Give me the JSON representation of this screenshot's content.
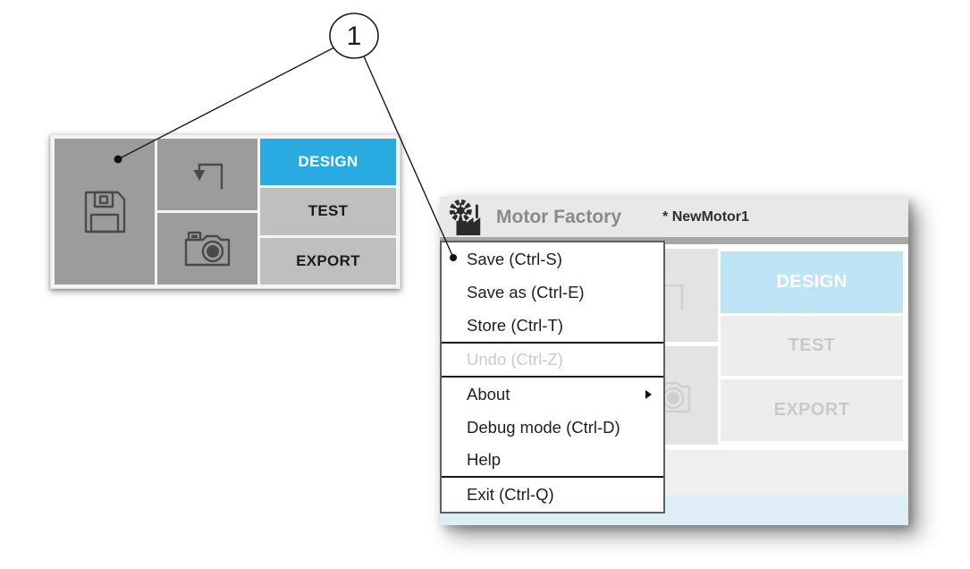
{
  "callout": {
    "number": "1"
  },
  "toolbar_panel": {
    "save_button_icon": "floppy-disk-icon",
    "import_button_icon": "down-arrow-icon",
    "screenshot_button_icon": "camera-icon",
    "tabs": [
      {
        "label": "DESIGN",
        "state": "active"
      },
      {
        "label": "TEST",
        "state": "normal"
      },
      {
        "label": "EXPORT",
        "state": "normal"
      }
    ]
  },
  "window": {
    "logo_icon": "factory-gear-icon",
    "app_name": "Motor Factory",
    "document_title": "* NewMotor1",
    "menu": {
      "items": [
        {
          "label": "Save (Ctrl-S)",
          "enabled": true
        },
        {
          "label": "Save as (Ctrl-E)",
          "enabled": true
        },
        {
          "label": "Store (Ctrl-T)",
          "enabled": true
        },
        {
          "label": "Undo (Ctrl-Z)",
          "enabled": false
        },
        {
          "label": "About",
          "enabled": true,
          "has_submenu": true
        },
        {
          "label": "Debug mode (Ctrl-D)",
          "enabled": true
        },
        {
          "label": "Help",
          "enabled": true
        },
        {
          "label": "Exit (Ctrl-Q)",
          "enabled": true
        }
      ]
    },
    "tabs": [
      {
        "label": "DESIGN",
        "state": "selected-disabled"
      },
      {
        "label": "TEST",
        "state": "disabled"
      },
      {
        "label": "EXPORT",
        "state": "disabled"
      }
    ]
  },
  "colors": {
    "accent_blue": "#29abe2",
    "accent_blue_faded": "#bee4f5",
    "toolbar_button_gray": "#9c9c9c",
    "tab_gray": "#bfbfbf",
    "header_gray": "#e8e8e8",
    "header_band_gray": "#a6a6a6",
    "menu_border": "#5f5f5f",
    "disabled_text": "#c9c9c9",
    "bottom_strip_gray": "#efefef",
    "bottom_strip_blue": "#ddeef6"
  }
}
